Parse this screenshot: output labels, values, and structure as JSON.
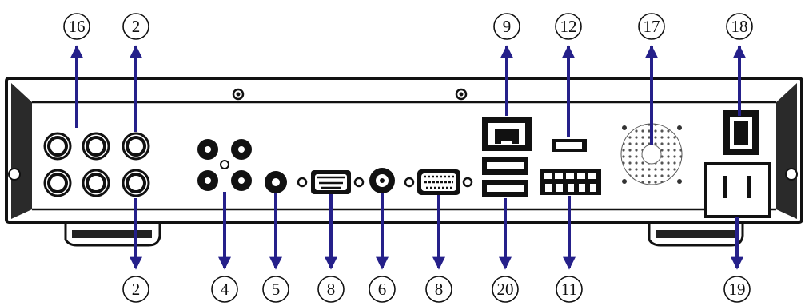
{
  "colors": {
    "arrow": "#25208a",
    "outline": "#111111",
    "panel_fill": "#ffffff",
    "shadow": "#2a2a2a"
  },
  "callouts": {
    "top": [
      "16",
      "2",
      "9",
      "12",
      "17",
      "18"
    ],
    "bottom": [
      "2",
      "4",
      "5",
      "8",
      "6",
      "8",
      "20",
      "11",
      "19"
    ]
  }
}
